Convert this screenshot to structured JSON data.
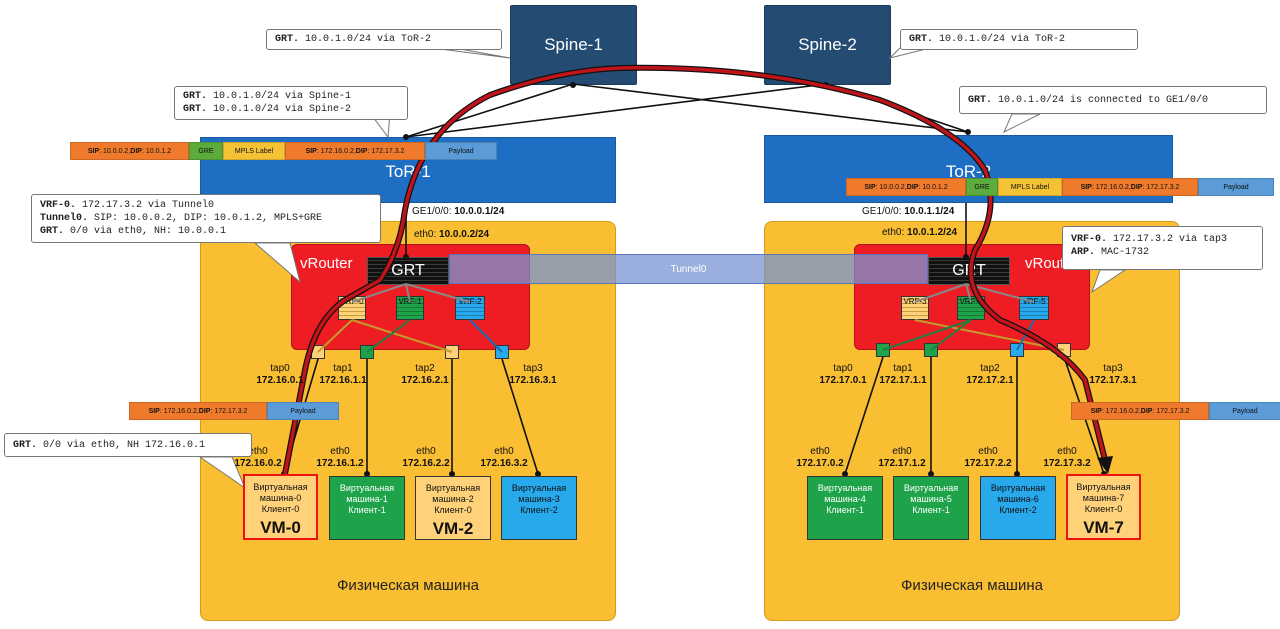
{
  "spines": [
    {
      "name": "Spine-1"
    },
    {
      "name": "Spine-2"
    }
  ],
  "tors": [
    {
      "name": "ToR-1"
    },
    {
      "name": "ToR-2"
    }
  ],
  "callouts": {
    "spine1": {
      "key": "GRT.",
      "text": " 10.0.1.0/24 via ToR-2"
    },
    "spine2": {
      "key": "GRT.",
      "text": " 10.0.1.0/24 via ToR-2"
    },
    "tor1": [
      {
        "key": "GRT.",
        "text": " 10.0.1.0/24 via Spine-1"
      },
      {
        "key": "GRT.",
        "text": " 10.0.1.0/24 via Spine-2"
      }
    ],
    "tor2": {
      "key": "GRT.",
      "text": " 10.0.1.0/24 is connected to GE1/0/0"
    },
    "vrouter1": [
      {
        "key": "VRF-0.",
        "text": " 172.17.3.2 via Tunnel0"
      },
      {
        "key": "Tunnel0.",
        "text": " SIP: 10.0.0.2, DIP: 10.0.1.2, MPLS+GRE"
      },
      {
        "key": "GRT.",
        "text": " 0/0 via eth0, NH: 10.0.0.1"
      }
    ],
    "vrouter2": [
      {
        "key": "VRF-0.",
        "text": " 172.17.3.2 via tap3"
      },
      {
        "key": "ARP.",
        "text": " MAC-1732"
      }
    ],
    "vm0": {
      "key": "GRT.",
      "text": " 0/0 via eth0, NH 172.16.0.1"
    }
  },
  "packets": {
    "outer": {
      "sip_label": "SIP",
      "sip": ": 10.0.0.2, ",
      "dip_label": "DIP",
      "dip": ": 10.0.1.2",
      "gre": "GRE",
      "mpls": "MPLS Label",
      "inner_sip_label": "SIP",
      "inner_sip": ": 172.16.0.2, ",
      "inner_dip_label": "DIP",
      "inner_dip": ": 172.17.3.2",
      "payload": "Payload"
    },
    "inner": {
      "sip_label": "SIP",
      "sip": ": 172.16.0.2, ",
      "dip_label": "DIP",
      "dip": ": 172.17.3.2",
      "payload": "Payload"
    }
  },
  "tunnel": "Tunnel0",
  "hosts": [
    {
      "ge": "GE1/0/0: ",
      "ge_ip": "10.0.0.1/24",
      "eth": "eth0: ",
      "eth_ip": "10.0.0.2/24",
      "vrouter": "vRouter",
      "grt": "GRT",
      "vrfs": [
        "VRF-0",
        "VRF-1",
        "VRF-2"
      ],
      "taps": [
        {
          "name": "tap0",
          "ip": "172.16.0.1"
        },
        {
          "name": "tap1",
          "ip": "172.16.1.1"
        },
        {
          "name": "tap2",
          "ip": "172.16.2.1"
        },
        {
          "name": "tap3",
          "ip": "172.16.3.1"
        }
      ],
      "vms": [
        {
          "eth": "eth0",
          "ip": "172.16.0.2",
          "l1": "Виртуальная",
          "l2": "машина-0",
          "l3": "Клиент-0",
          "big": "VM-0"
        },
        {
          "eth": "eth0",
          "ip": "172.16.1.2",
          "l1": "Виртуальная",
          "l2": "машина-1",
          "l3": "Клиент-1",
          "big": ""
        },
        {
          "eth": "eth0",
          "ip": "172.16.2.2",
          "l1": "Виртуальная",
          "l2": "машина-2",
          "l3": "Клиент-0",
          "big": "VM-2"
        },
        {
          "eth": "eth0",
          "ip": "172.16.3.2",
          "l1": "Виртуальная",
          "l2": "машина-3",
          "l3": "Клиент-2",
          "big": ""
        }
      ],
      "label": "Физическая машина"
    },
    {
      "ge": "GE1/0/0: ",
      "ge_ip": "10.0.1.1/24",
      "eth": "eth0: ",
      "eth_ip": "10.0.1.2/24",
      "vrouter": "vRouter",
      "grt": "GRT",
      "vrfs": [
        "VRF-3",
        "VRF-4",
        "VRF-5"
      ],
      "taps": [
        {
          "name": "tap0",
          "ip": "172.17.0.1"
        },
        {
          "name": "tap1",
          "ip": "172.17.1.1"
        },
        {
          "name": "tap2",
          "ip": "172.17.2.1"
        },
        {
          "name": "tap3",
          "ip": "172.17.3.1"
        }
      ],
      "vms": [
        {
          "eth": "eth0",
          "ip": "172.17.0.2",
          "l1": "Виртуальная",
          "l2": "машина-4",
          "l3": "Клиент-1",
          "big": ""
        },
        {
          "eth": "eth0",
          "ip": "172.17.1.2",
          "l1": "Виртуальная",
          "l2": "машина-5",
          "l3": "Клиент-1",
          "big": ""
        },
        {
          "eth": "eth0",
          "ip": "172.17.2.2",
          "l1": "Виртуальная",
          "l2": "машина-6",
          "l3": "Клиент-2",
          "big": ""
        },
        {
          "eth": "eth0",
          "ip": "172.17.3.2",
          "l1": "Виртуальная",
          "l2": "машина-7",
          "l3": "Клиент-0",
          "big": "VM-7"
        }
      ],
      "label": "Физическая машина"
    }
  ],
  "colors": {
    "red_path": "#c0141a",
    "host": "#f9be32",
    "tor": "#1e6ec4",
    "spine": "#244c72",
    "vrouter": "#ee1d24"
  }
}
